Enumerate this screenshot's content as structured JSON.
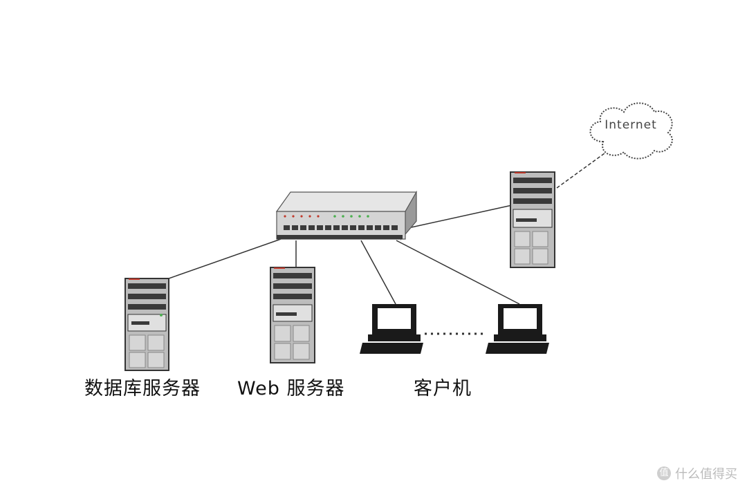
{
  "labels": {
    "database_server": "数据库服务器",
    "web_server": "Web 服务器",
    "client": "客户机",
    "internet": "Internet"
  },
  "watermark": {
    "text": "什么值得买",
    "icon_glyph": "值",
    "icon": "smzdm-logo-icon"
  },
  "colors": {
    "line": "#333333",
    "tower_fill": "#bdbdbd",
    "panel_dark": "#3a3a3a",
    "monitor_body": "#1a1a1a",
    "led_green": "#4caf50",
    "led_red": "#c0392b"
  }
}
